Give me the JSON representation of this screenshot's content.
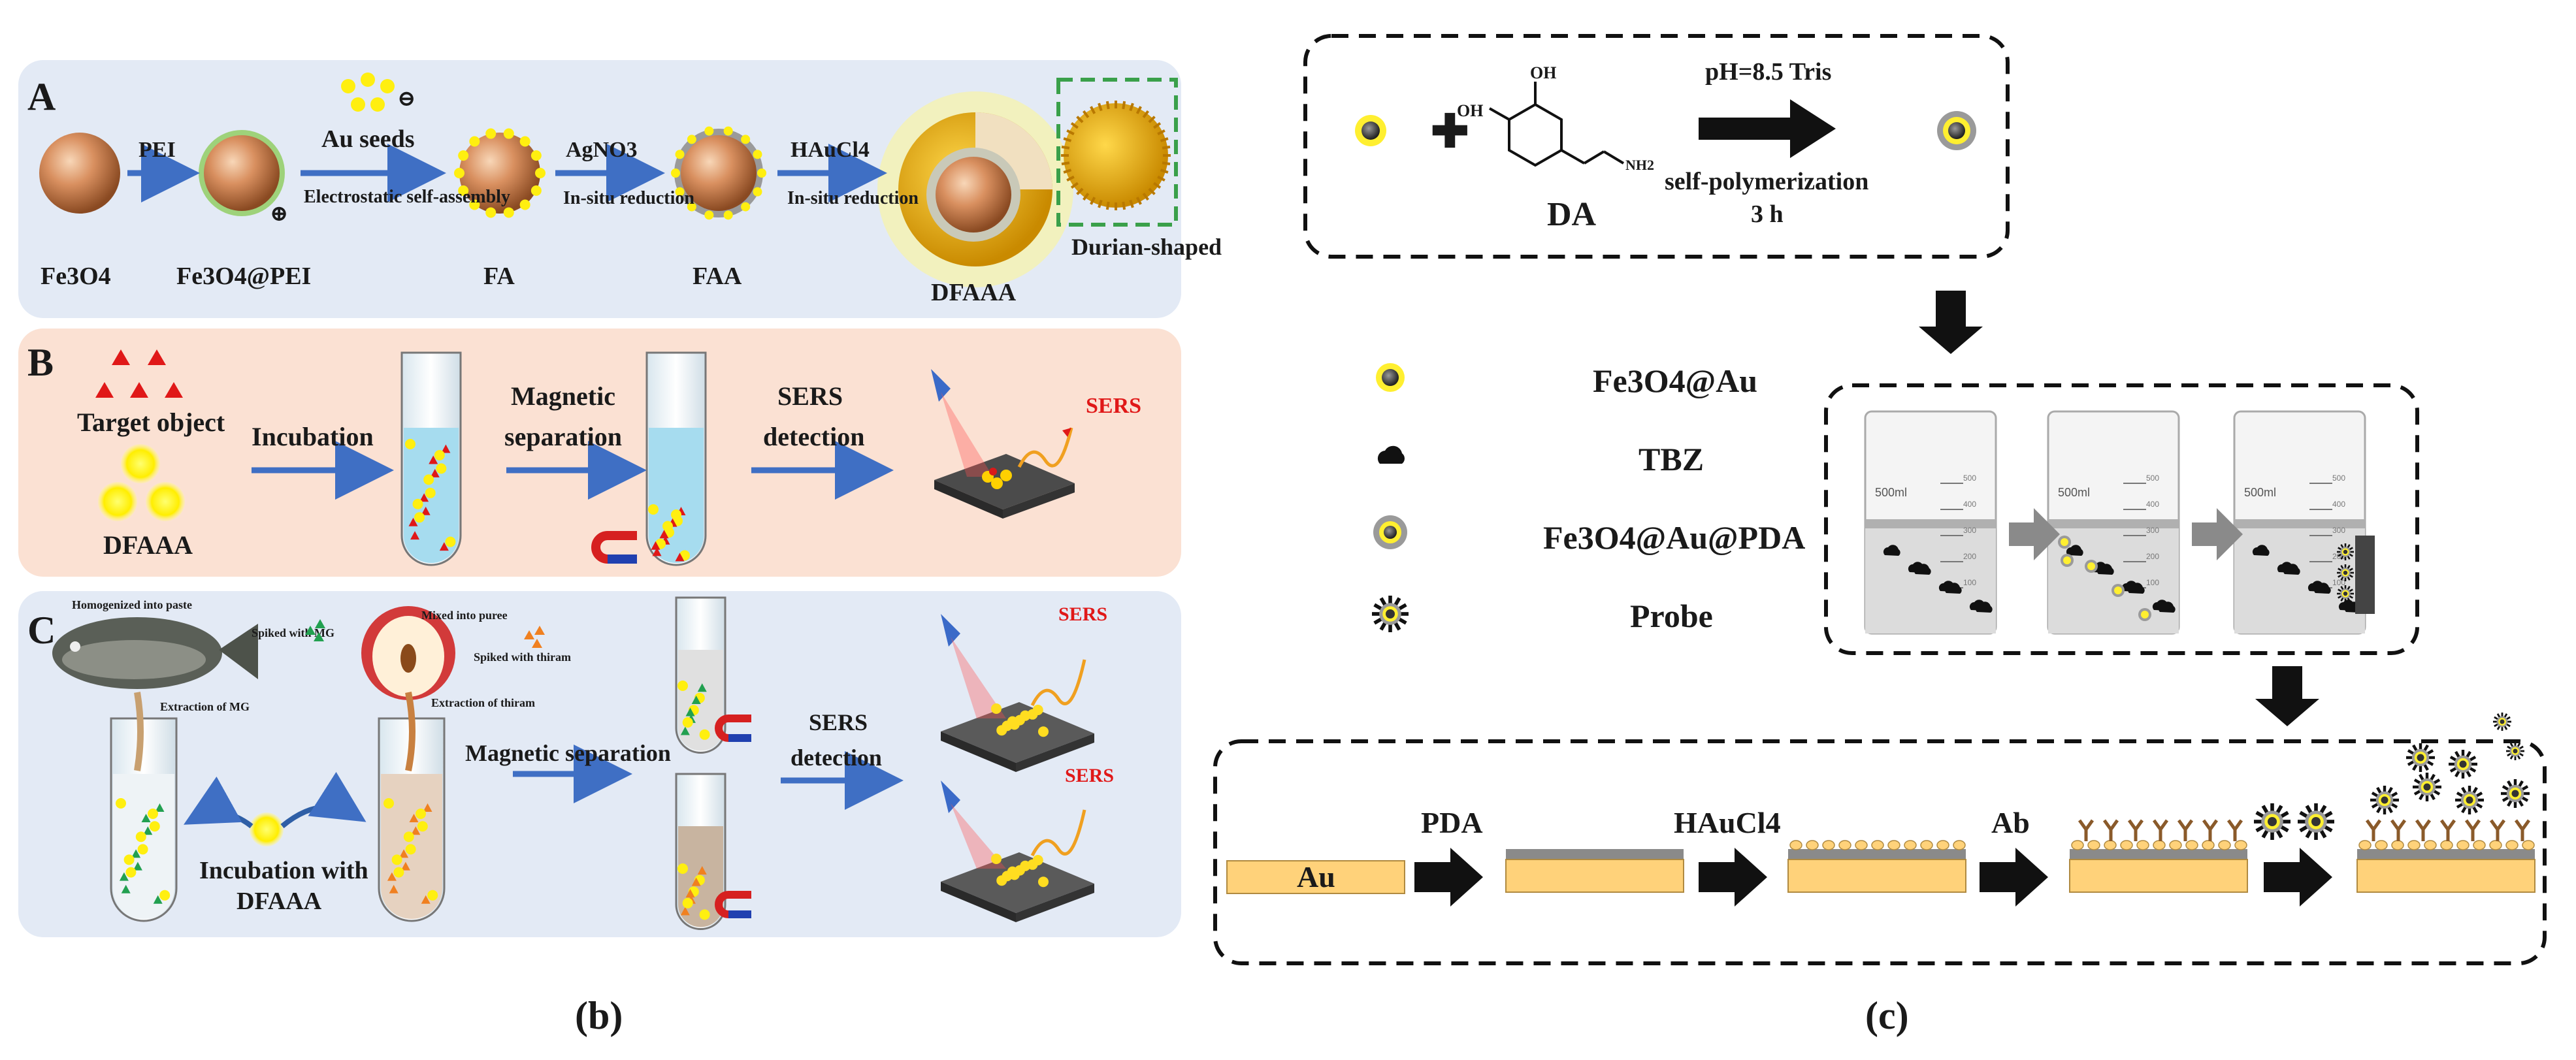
{
  "panel_b": {
    "caption": "(b)",
    "row_a": {
      "letter": "A",
      "steps": [
        {
          "reagent": "PEI",
          "note": ""
        },
        {
          "reagent": "Au seeds",
          "note": "Electrostatic self-assembly"
        },
        {
          "reagent": "AgNO3",
          "note": "In-situ reduction"
        },
        {
          "reagent": "HAuCl4",
          "note": "In-situ reduction"
        }
      ],
      "species": [
        "Fe3O4",
        "Fe3O4@PEI",
        "FA",
        "FAA",
        "DFAAA"
      ],
      "durian_label": "Durian-shaped",
      "plus_sign": "⊕",
      "minus_sign": "⊖"
    },
    "row_b": {
      "letter": "B",
      "target": "Target object",
      "probe": "DFAAA",
      "step1": "Incubation",
      "step2": "Magnetic separation",
      "step3": "SERS detection",
      "signal": "SERS"
    },
    "row_c": {
      "letter": "C",
      "fish_notes": [
        "Homogenized into paste",
        "Spiked with MG",
        "Extraction of MG"
      ],
      "apple_notes": [
        "Mixed into puree",
        "Spiked with thiram",
        "Extraction of thiram"
      ],
      "incubation": "Incubation with DFAAA",
      "separation": "Magnetic separation",
      "detection": "SERS detection",
      "signal": "SERS"
    }
  },
  "panel_c": {
    "caption": "(c)",
    "reaction": {
      "reagent": "DA",
      "oh_label": "OH",
      "nh2_label": "NH2",
      "conditions_top": "pH=8.5 Tris",
      "conditions_bottom": "self-polymerization 3 h",
      "plus": "✚"
    },
    "legend": [
      "Fe3O4@Au",
      "TBZ",
      "Fe3O4@Au@PDA",
      "Probe"
    ],
    "beaker": {
      "volume_label": "500ml",
      "ticks": [
        "500",
        "400",
        "300",
        "200",
        "100"
      ]
    },
    "chip_steps": {
      "substrate": "Au",
      "step1": "PDA",
      "step2": "HAuCl4",
      "step3": "Ab"
    }
  }
}
